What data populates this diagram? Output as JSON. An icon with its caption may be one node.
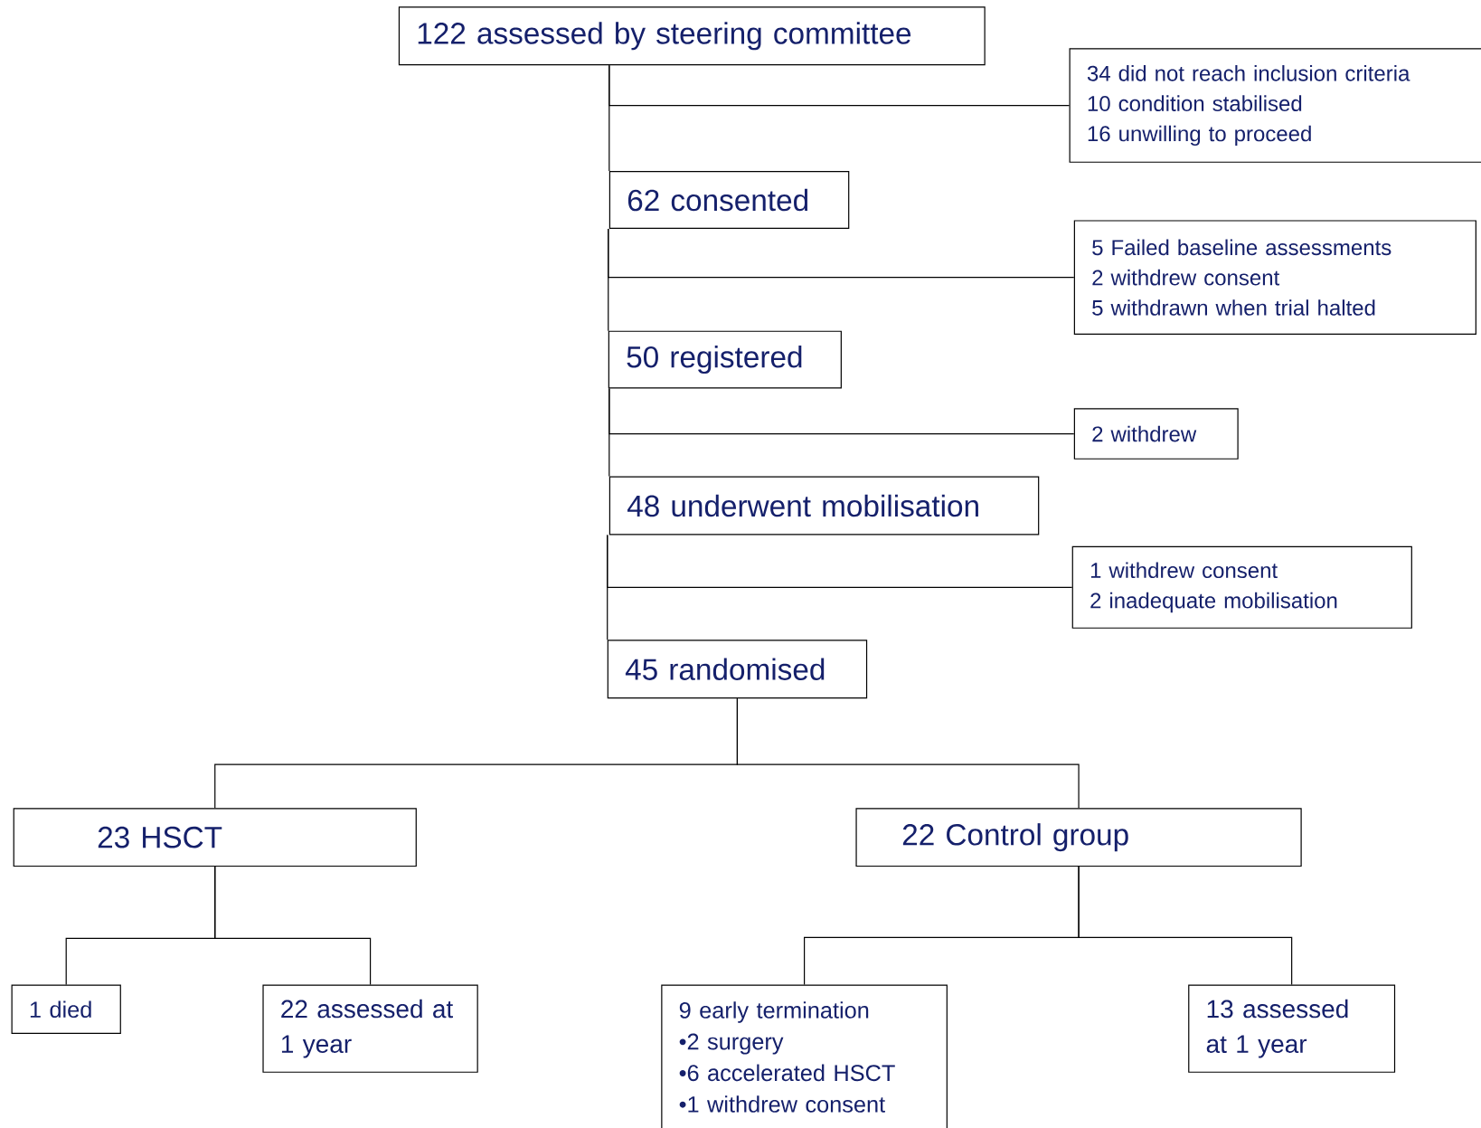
{
  "diagram": {
    "nodes": [
      {
        "text": [
          "122 assessed by steering committee"
        ]
      },
      {
        "text": [
          "34 did not reach inclusion criteria",
          "10 condition stabilised",
          "16 unwilling to proceed"
        ]
      },
      {
        "text": [
          "62 consented"
        ]
      },
      {
        "text": [
          "5 Failed baseline assessments",
          "2 withdrew consent",
          "5 withdrawn when trial halted"
        ]
      },
      {
        "text": [
          "50 registered"
        ]
      },
      {
        "text": [
          "2 withdrew"
        ]
      },
      {
        "text": [
          "48 underwent mobilisation"
        ]
      },
      {
        "text": [
          "1 withdrew consent",
          "2 inadequate mobilisation"
        ]
      },
      {
        "text": [
          "45 randomised"
        ]
      },
      {
        "text": [
          "23 HSCT"
        ]
      },
      {
        "text": [
          "22 Control group"
        ]
      },
      {
        "text": [
          "1 died"
        ]
      },
      {
        "text": [
          "22 assessed at 1 year"
        ]
      },
      {
        "text": [
          "9 early termination",
          "•2 surgery",
          "•6 accelerated HSCT",
          "•1 withdrew consent"
        ]
      },
      {
        "text": [
          "13 assessed at 1 year"
        ]
      }
    ],
    "edges": [
      {
        "from": 0,
        "to": 2,
        "arrow": "none"
      },
      {
        "from": 0,
        "to": 1,
        "arrow": "none"
      },
      {
        "from": 2,
        "to": 4,
        "arrow": "none"
      },
      {
        "from": 2,
        "to": 3,
        "arrow": "none"
      },
      {
        "from": 4,
        "to": 6,
        "arrow": "none"
      },
      {
        "from": 4,
        "to": 5,
        "arrow": "none"
      },
      {
        "from": 6,
        "to": 8,
        "arrow": "none"
      },
      {
        "from": 6,
        "to": 7,
        "arrow": "none"
      },
      {
        "from": 8,
        "to": 9,
        "arrow": "none"
      },
      {
        "from": 8,
        "to": 10,
        "arrow": "none"
      },
      {
        "from": 9,
        "to": 11,
        "arrow": "none"
      },
      {
        "from": 9,
        "to": 12,
        "arrow": "none"
      },
      {
        "from": 10,
        "to": 13,
        "arrow": "none"
      },
      {
        "from": 10,
        "to": 14,
        "arrow": "none"
      }
    ]
  }
}
